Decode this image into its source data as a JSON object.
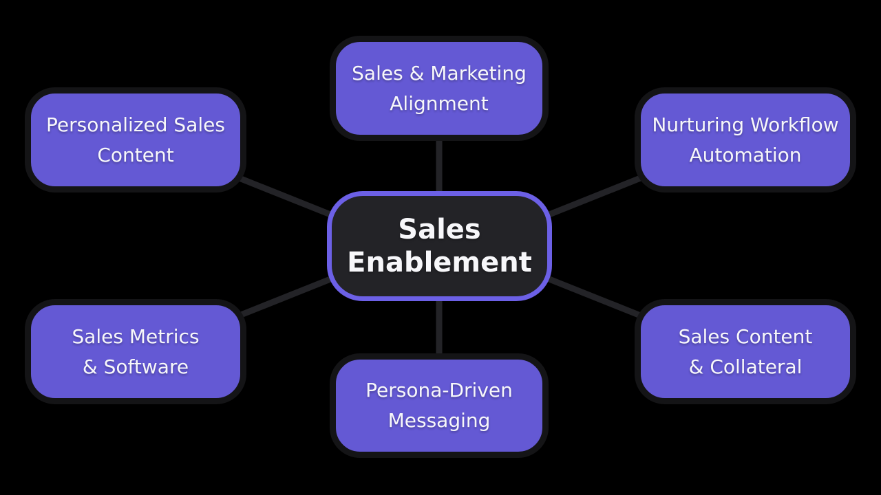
{
  "diagram": {
    "title": "Sales Enablement mind map",
    "center": {
      "id": "sales-enablement",
      "lines": [
        "Sales",
        "Enablement"
      ]
    },
    "nodes": [
      {
        "id": "personalized-sales-content",
        "position": "top-left",
        "lines": [
          "Personalized Sales",
          "Content"
        ]
      },
      {
        "id": "sales-marketing-alignment",
        "position": "top-center",
        "lines": [
          "Sales & Marketing",
          "Alignment"
        ]
      },
      {
        "id": "nurturing-workflow-automation",
        "position": "top-right",
        "lines": [
          "Nurturing Workflow",
          "Automation"
        ]
      },
      {
        "id": "sales-metrics-software",
        "position": "bottom-left",
        "lines": [
          "Sales Metrics",
          "& Software"
        ]
      },
      {
        "id": "persona-driven-messaging",
        "position": "bottom-center",
        "lines": [
          "Persona-Driven",
          "Messaging"
        ]
      },
      {
        "id": "sales-content-collateral",
        "position": "bottom-right",
        "lines": [
          "Sales Content",
          "& Collateral"
        ]
      }
    ],
    "colors": {
      "background": "#000000",
      "node_fill": "#6459D4",
      "node_border": "#141416",
      "center_fill": "#232327",
      "center_border": "#6C60E6",
      "connector": "#232327",
      "text": "#F7F7FA"
    }
  }
}
